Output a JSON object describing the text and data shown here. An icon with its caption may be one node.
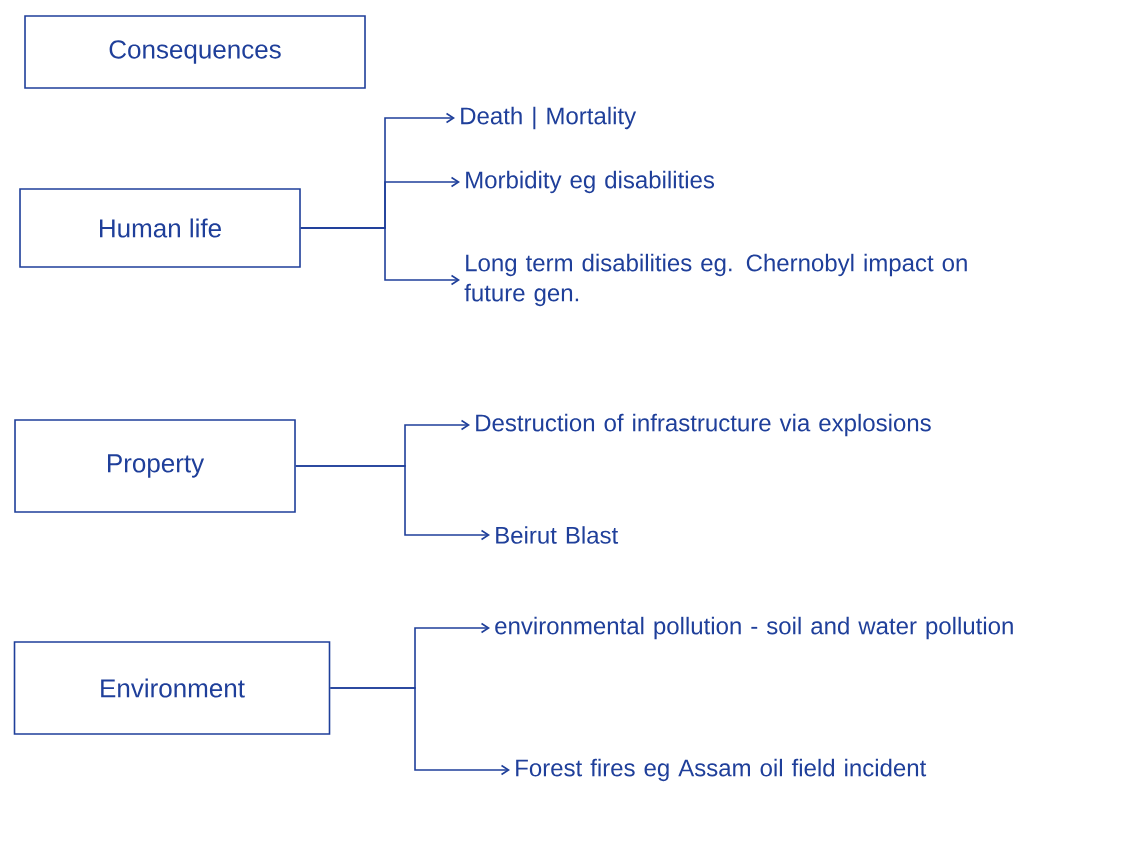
{
  "diagram": {
    "nodes": [
      {
        "text": [
          "Consequences"
        ]
      },
      {
        "text": [
          "Human life"
        ]
      },
      {
        "text": [
          "Death | Mortality"
        ]
      },
      {
        "text": [
          "Morbidity eg disabilities"
        ]
      },
      {
        "text": [
          "Long term disabilities eg. Chernobyl impact on future gen."
        ]
      },
      {
        "text": [
          "Property"
        ]
      },
      {
        "text": [
          "Destruction of infrastructure via explosions"
        ]
      },
      {
        "text": [
          "Beirut Blast"
        ]
      },
      {
        "text": [
          "Environment"
        ]
      },
      {
        "text": [
          "environmental pollution - soil and water pollution"
        ]
      },
      {
        "text": [
          "Forest fires eg Assam oil field incident"
        ]
      }
    ],
    "edges": [
      {
        "from": 1,
        "to": 2,
        "arrow": "to"
      },
      {
        "from": 1,
        "to": 3,
        "arrow": "to"
      },
      {
        "from": 1,
        "to": 4,
        "arrow": "to"
      },
      {
        "from": 5,
        "to": 6,
        "arrow": "to"
      },
      {
        "from": 5,
        "to": 7,
        "arrow": "to"
      },
      {
        "from": 8,
        "to": 9,
        "arrow": "to"
      },
      {
        "from": 8,
        "to": 10,
        "arrow": "to"
      }
    ]
  }
}
